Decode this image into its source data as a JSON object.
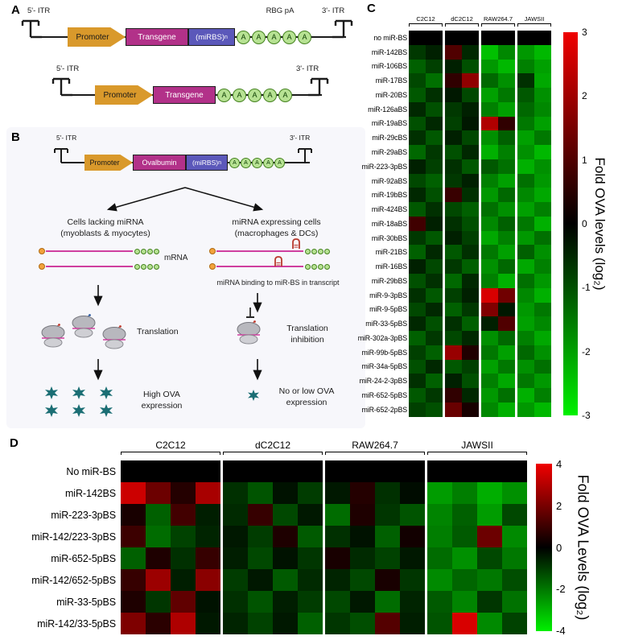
{
  "figure": {
    "panel_a_label": "A",
    "panel_b_label": "B",
    "panel_c_label": "C",
    "panel_d_label": "D"
  },
  "panel_a": {
    "construct_mirbs": {
      "itr5": "5'- ITR",
      "itr3": "3'- ITR",
      "polya_site": "RBG pA",
      "promoter": "Promoter",
      "gene": "Transgene",
      "mirbs_main": "(miRBS)",
      "mirbs_sub": "n",
      "polya_letter": "A"
    },
    "construct_plain": {
      "itr5": "5'- ITR",
      "itr3": "3'- ITR",
      "promoter": "Promoter",
      "gene": "Transgene",
      "polya_letter": "A"
    }
  },
  "panel_b": {
    "construct": {
      "itr5": "5'- ITR",
      "itr3": "3'- ITR",
      "promoter": "Promoter",
      "gene": "Ovalbumin",
      "mirbs_main": "(miRBS)",
      "mirbs_sub": "n",
      "polya_letter": "A"
    },
    "left": {
      "cells_1": "Cells lacking miRNA",
      "cells_2": "(myoblasts & myocytes)",
      "mrna": "mRNA",
      "translation": "Translation",
      "outcome_1": "High OVA",
      "outcome_2": "expression"
    },
    "right": {
      "cells_1": "miRNA expressing cells",
      "cells_2": "(macrophages & DCs)",
      "binding": "miRNA binding to miR-BS in transcript",
      "translation_1": "Translation",
      "translation_2": "inhibition",
      "outcome_1": "No or low OVA",
      "outcome_2": "expression"
    }
  },
  "chart_data": [
    {
      "type": "heatmap",
      "panel": "C",
      "col_groups": [
        "C2C12",
        "dC2C12",
        "RAW264.7",
        "JAWSII"
      ],
      "cols_per_group": 2,
      "rows": [
        "no miR-BS",
        "miR-142BS",
        "miR-106BS",
        "miR-17BS",
        "miR-20BS",
        "miR-126aBS",
        "miR-19aBS",
        "miR-29cBS",
        "miR-29aBS",
        "miR-223-3pBS",
        "miR-92aBS",
        "miR-19bBS",
        "miR-424BS",
        "miR-18aBS",
        "miR-30bBS",
        "miR-21BS",
        "miR-16BS",
        "miR-29bBS",
        "miR-9-3pBS",
        "miR-9-5pBS",
        "miR-33-5pBS",
        "miR-302a-3pBS",
        "miR-99b-5pBS",
        "miR-34a-5pBS",
        "miR-24-2-3pBS",
        "miR-652-5pBS",
        "miR-652-2pBS"
      ],
      "values": [
        [
          0,
          0,
          0,
          0,
          0,
          0,
          0,
          0
        ],
        [
          -0.7,
          -0.4,
          1.0,
          -0.5,
          -2.4,
          -1.7,
          -1.9,
          -2.3
        ],
        [
          -1.2,
          -0.8,
          -0.4,
          -1.0,
          -1.9,
          -2.3,
          -1.6,
          -2.0
        ],
        [
          -0.9,
          -1.4,
          0.6,
          1.8,
          -1.3,
          -1.8,
          -0.6,
          -2.1
        ],
        [
          -1.1,
          -0.6,
          -0.3,
          -0.9,
          -2.0,
          -1.5,
          -1.1,
          -1.8
        ],
        [
          -0.5,
          -1.0,
          -0.7,
          -0.4,
          -1.6,
          -2.0,
          -1.3,
          -1.7
        ],
        [
          -1.0,
          -0.5,
          -0.8,
          -0.3,
          2.2,
          0.6,
          -1.5,
          -2.0
        ],
        [
          -0.6,
          -1.1,
          -0.4,
          -0.9,
          -1.8,
          -1.2,
          -2.0,
          -1.5
        ],
        [
          -1.3,
          -0.7,
          -1.0,
          -0.5,
          -2.2,
          -1.6,
          -1.8,
          -2.3
        ],
        [
          -0.4,
          -0.8,
          -0.6,
          -1.1,
          -1.1,
          -1.4,
          -2.2,
          -1.8
        ],
        [
          -0.9,
          -1.2,
          -0.7,
          -0.4,
          -1.6,
          -2.0,
          -1.4,
          -1.9
        ],
        [
          -0.5,
          -1.0,
          0.7,
          -0.6,
          -1.9,
          -1.3,
          -1.7,
          -2.1
        ],
        [
          -1.1,
          -0.6,
          -0.9,
          -1.2,
          -1.4,
          -1.8,
          -2.0,
          -1.6
        ],
        [
          0.8,
          -0.4,
          -0.6,
          -1.0,
          -1.7,
          -1.2,
          -1.5,
          -2.2
        ],
        [
          -0.7,
          -1.1,
          -0.4,
          -0.8,
          -2.1,
          -1.6,
          -1.9,
          -1.4
        ],
        [
          -1.2,
          -0.5,
          -1.1,
          -0.6,
          -1.5,
          -2.0,
          -1.2,
          -1.8
        ],
        [
          -0.4,
          -0.9,
          -0.7,
          -1.2,
          -1.8,
          -1.3,
          -2.1,
          -1.6
        ],
        [
          -1.0,
          -0.6,
          -1.3,
          -0.5,
          -1.6,
          -2.2,
          -1.4,
          -1.9
        ],
        [
          -0.6,
          -1.1,
          -0.8,
          -0.4,
          2.7,
          1.4,
          -1.7,
          -2.2
        ],
        [
          -0.9,
          -0.5,
          -1.2,
          -0.7,
          1.6,
          -0.3,
          -1.9,
          -1.5
        ],
        [
          -0.5,
          -1.0,
          -0.6,
          -1.2,
          -0.4,
          1.0,
          -2.0,
          -1.7
        ],
        [
          -1.2,
          -0.7,
          -0.9,
          -0.5,
          -1.8,
          -1.3,
          -1.6,
          -2.1
        ],
        [
          -0.8,
          -1.2,
          1.9,
          0.4,
          -1.5,
          -2.0,
          -1.3,
          -1.8
        ],
        [
          -1.0,
          -0.5,
          -1.1,
          -0.8,
          -2.0,
          -1.5,
          -1.8,
          -1.4
        ],
        [
          -0.6,
          -1.2,
          -0.4,
          -1.0,
          -1.6,
          -2.1,
          -1.5,
          -1.9
        ],
        [
          -1.1,
          -0.7,
          0.6,
          -0.5,
          -1.9,
          -1.4,
          -2.2,
          -1.6
        ],
        [
          -0.8,
          -1.0,
          1.3,
          0.3,
          -1.7,
          -2.2,
          -1.9,
          -2.3
        ]
      ],
      "colorbar": {
        "ticks": [
          3,
          2,
          1,
          0,
          -1,
          -2,
          -3
        ],
        "vmin": -3,
        "vmax": 3,
        "label": "Fold OVA levels (log₂)",
        "max_color": "#f00000",
        "mid_color": "#000000",
        "min_color": "#00f000"
      }
    },
    {
      "type": "heatmap",
      "panel": "D",
      "col_groups": [
        "C2C12",
        "dC2C12",
        "RAW264.7",
        "JAWSII"
      ],
      "cols_per_group": 4,
      "rows": [
        "No miR-BS",
        "miR-142BS",
        "miR-223-3pBS",
        "miR-142/223-3pBS",
        "miR-652-5pBS",
        "miR-142/652-5pBS",
        "miR-33-5pBS",
        "miR-142/33-5pBS"
      ],
      "values": [
        [
          0,
          0,
          0,
          0,
          0,
          0,
          0,
          0,
          0,
          0,
          0,
          0,
          0,
          0,
          0,
          0
        ],
        [
          3.4,
          1.8,
          0.6,
          2.8,
          -0.8,
          -1.4,
          -0.3,
          -1.0,
          -0.4,
          0.6,
          -0.8,
          -0.2,
          -2.6,
          -2.1,
          -2.9,
          -2.4
        ],
        [
          0.4,
          -1.6,
          1.1,
          -0.5,
          -0.7,
          0.9,
          -1.2,
          -0.4,
          -1.8,
          0.5,
          -0.9,
          -1.4,
          -2.2,
          -1.6,
          -2.6,
          -1.2
        ],
        [
          1.0,
          -1.8,
          -1.1,
          -0.6,
          -0.4,
          -1.0,
          0.5,
          -1.5,
          -0.8,
          -0.3,
          -1.6,
          0.3,
          -2.1,
          -1.5,
          1.8,
          -2.3
        ],
        [
          -1.6,
          0.5,
          -0.8,
          0.9,
          -0.5,
          -1.2,
          -0.3,
          -0.9,
          0.4,
          -0.7,
          -1.1,
          -0.4,
          -1.8,
          -2.4,
          -1.2,
          -2.0
        ],
        [
          0.9,
          2.6,
          -0.5,
          2.3,
          -1.0,
          -0.4,
          -1.5,
          -0.7,
          -0.6,
          -1.2,
          0.4,
          -0.9,
          -2.3,
          -1.7,
          -2.0,
          -1.3
        ],
        [
          0.5,
          -0.9,
          1.6,
          -0.3,
          -0.8,
          -1.4,
          -0.5,
          -1.0,
          -1.2,
          -0.4,
          -1.8,
          -0.6,
          -1.5,
          -2.2,
          -0.9,
          -1.9
        ],
        [
          2.1,
          0.7,
          2.9,
          -0.4,
          -0.6,
          -1.1,
          -0.4,
          -1.6,
          -0.9,
          -1.3,
          1.4,
          -0.5,
          -1.4,
          3.6,
          -2.3,
          -1.1
        ]
      ],
      "colorbar": {
        "ticks": [
          4,
          2,
          0,
          -2,
          -4
        ],
        "vmin": -4,
        "vmax": 4,
        "label": "Fold OVA Levels (log₂)",
        "max_color": "#f00000",
        "mid_color": "#000000",
        "min_color": "#00f000"
      }
    }
  ]
}
